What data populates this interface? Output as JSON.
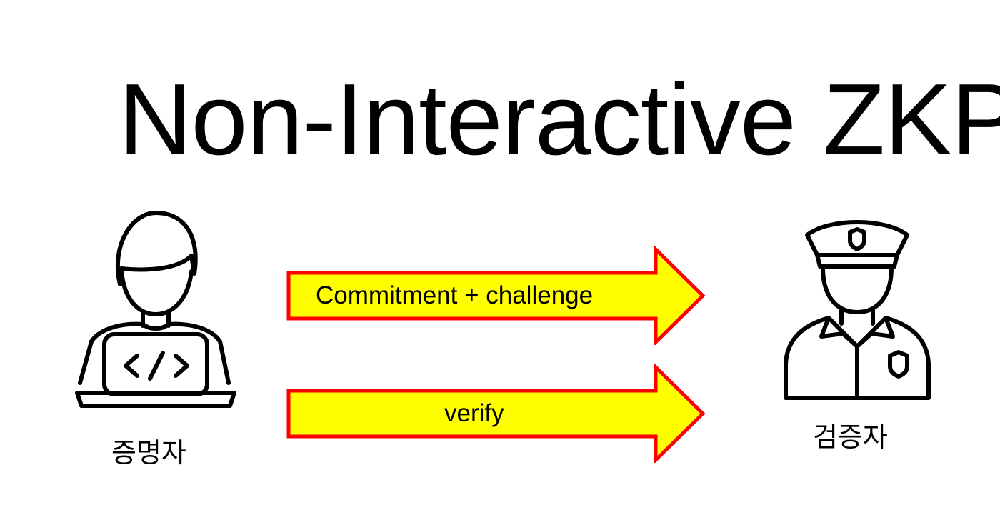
{
  "title": "Non-Interactive ZKP",
  "arrows": [
    {
      "label": "Commitment + challenge"
    },
    {
      "label": "verify"
    }
  ],
  "prover": {
    "label": "증명자",
    "icon": "developer-laptop-icon"
  },
  "verifier": {
    "label": "검증자",
    "icon": "police-officer-icon"
  },
  "colors": {
    "arrow_fill": "#ffff00",
    "arrow_stroke": "#ff0000",
    "text": "#000000"
  }
}
